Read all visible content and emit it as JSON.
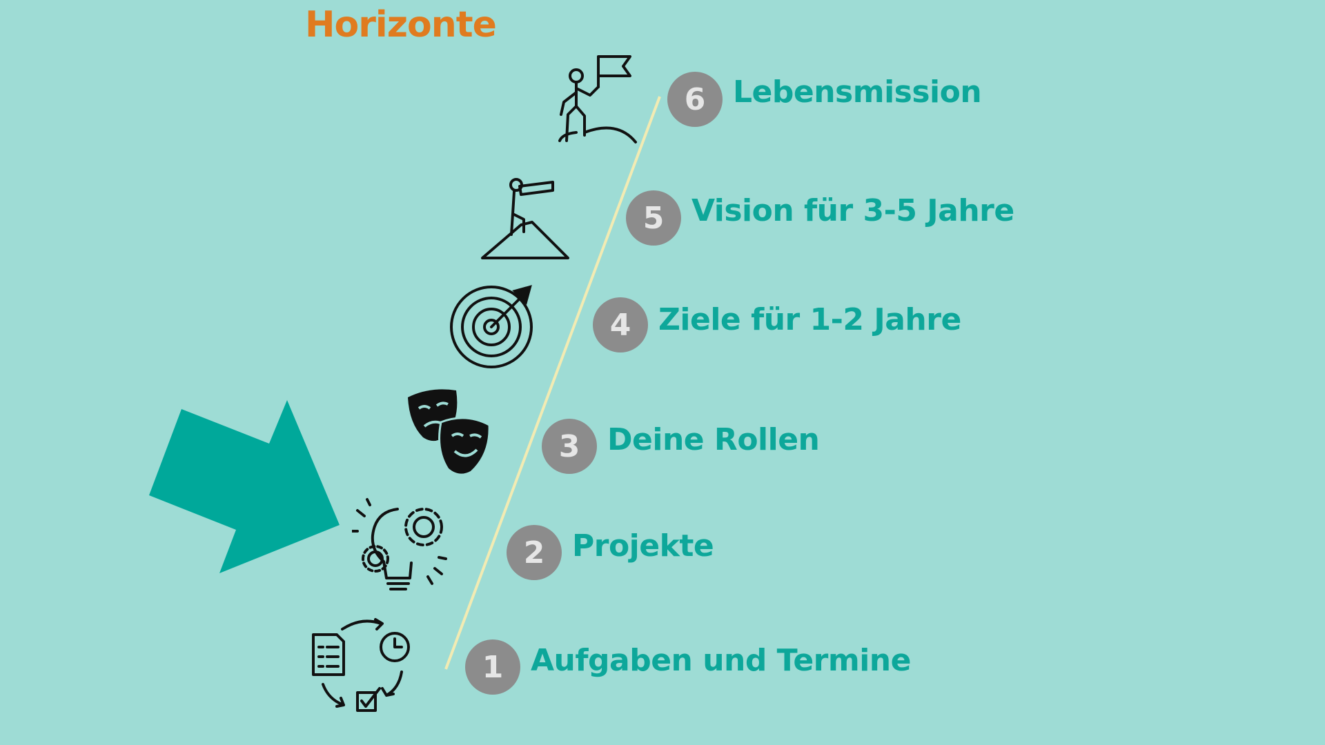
{
  "title": "Horizonte",
  "colors": {
    "background": "#9edcd5",
    "title": "#e07b1f",
    "label": "#0da79a",
    "badge": "#8c8c8c",
    "badge_text": "#e6e6e6",
    "line": "#f2ebb3",
    "arrow": "#00a89a",
    "icon": "#111111"
  },
  "levels": [
    {
      "number": "1",
      "label": "Aufgaben und Termine",
      "icon": "tasks-cycle-icon"
    },
    {
      "number": "2",
      "label": "Projekte",
      "icon": "lightbulb-gears-icon"
    },
    {
      "number": "3",
      "label": "Deine Rollen",
      "icon": "theater-masks-icon"
    },
    {
      "number": "4",
      "label": "Ziele für 1-2 Jahre",
      "icon": "target-icon"
    },
    {
      "number": "5",
      "label": "Vision für 3-5 Jahre",
      "icon": "telescope-person-icon"
    },
    {
      "number": "6",
      "label": "Lebensmission",
      "icon": "summit-flag-icon"
    }
  ],
  "highlight_arrow": {
    "points_to_level": "2",
    "icon": "big-arrow-icon"
  }
}
